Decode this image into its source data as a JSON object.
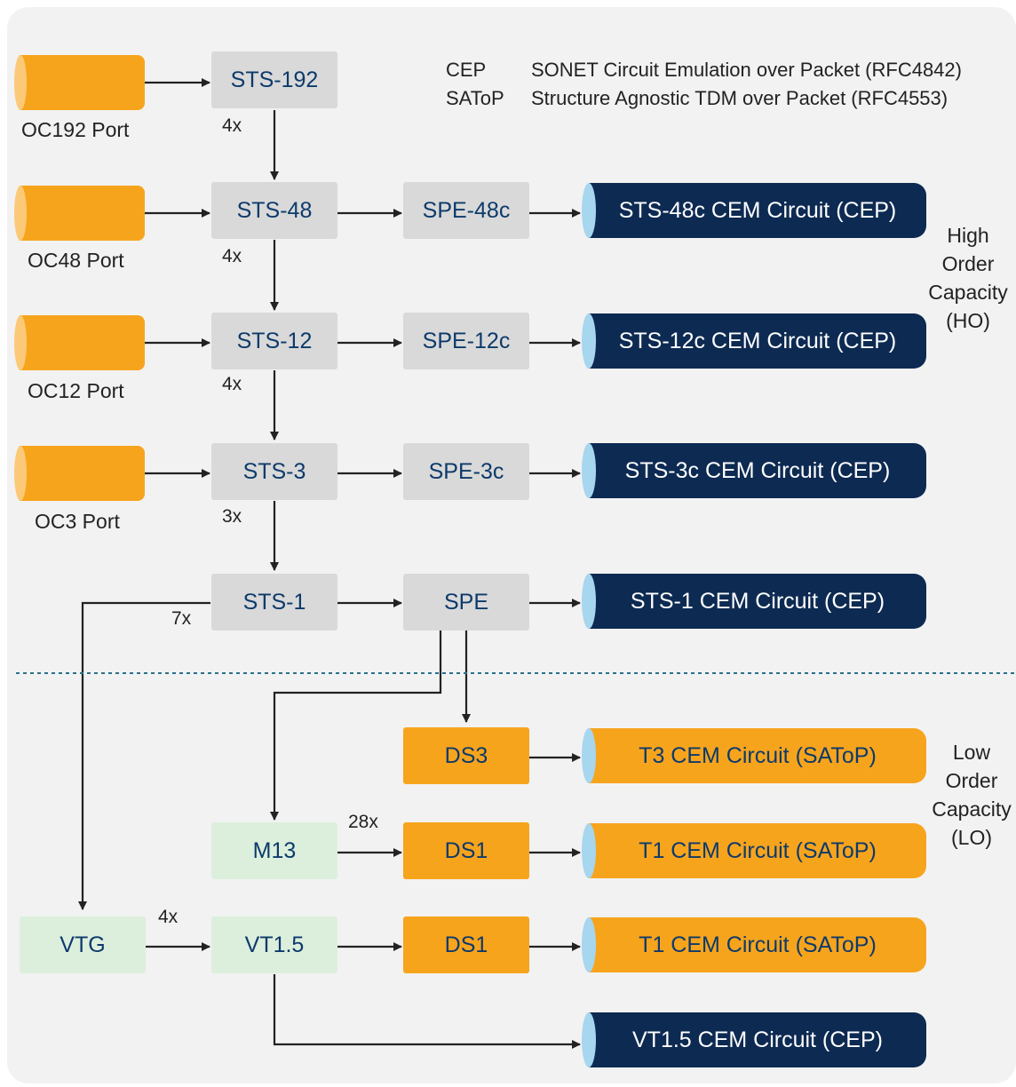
{
  "legend": [
    {
      "abbr": "CEP",
      "text": "SONET Circuit Emulation over Packet (RFC4842)"
    },
    {
      "abbr": "SAToP",
      "text": "Structure Agnostic TDM over Packet (RFC4553)"
    }
  ],
  "ports": [
    "OC192 Port",
    "OC48 Port",
    "OC12 Port",
    "OC3 Port"
  ],
  "sts": [
    "STS-192",
    "STS-48",
    "STS-12",
    "STS-3",
    "STS-1"
  ],
  "spe": [
    "SPE-48c",
    "SPE-12c",
    "SPE-3c",
    "SPE"
  ],
  "multipliers": {
    "m192": "4x",
    "m48": "4x",
    "m12": "4x",
    "m3": "3x",
    "m1": "7x",
    "m13": "28x",
    "vtg": "4x"
  },
  "ho_circuits": [
    "STS-48c CEM Circuit (CEP)",
    "STS-12c CEM Circuit (CEP)",
    "STS-3c CEM Circuit (CEP)",
    "STS-1 CEM Circuit (CEP)"
  ],
  "lo_nodes": {
    "ds3": "DS3",
    "m13": "M13",
    "ds1a": "DS1",
    "vtg": "VTG",
    "vt15": "VT1.5",
    "ds1b": "DS1"
  },
  "lo_circuits": [
    "T3 CEM Circuit (SAToP)",
    "T1 CEM Circuit (SAToP)",
    "T1 CEM Circuit (SAToP)",
    "VT1.5 CEM Circuit (CEP)"
  ],
  "ho_label": [
    "High",
    "Order",
    "Capacity",
    "(HO)"
  ],
  "lo_label": [
    "Low",
    "Order",
    "Capacity",
    "(LO)"
  ],
  "colors": {
    "port": "#f7a41d",
    "node_gray": "#d9d9d9",
    "node_green": "#dcefdc",
    "ho_circuit": "#0d2a52",
    "lo_circuit": "#f7a41d",
    "divider": "#2b6f8f",
    "text_blue": "#0d3a6b"
  }
}
